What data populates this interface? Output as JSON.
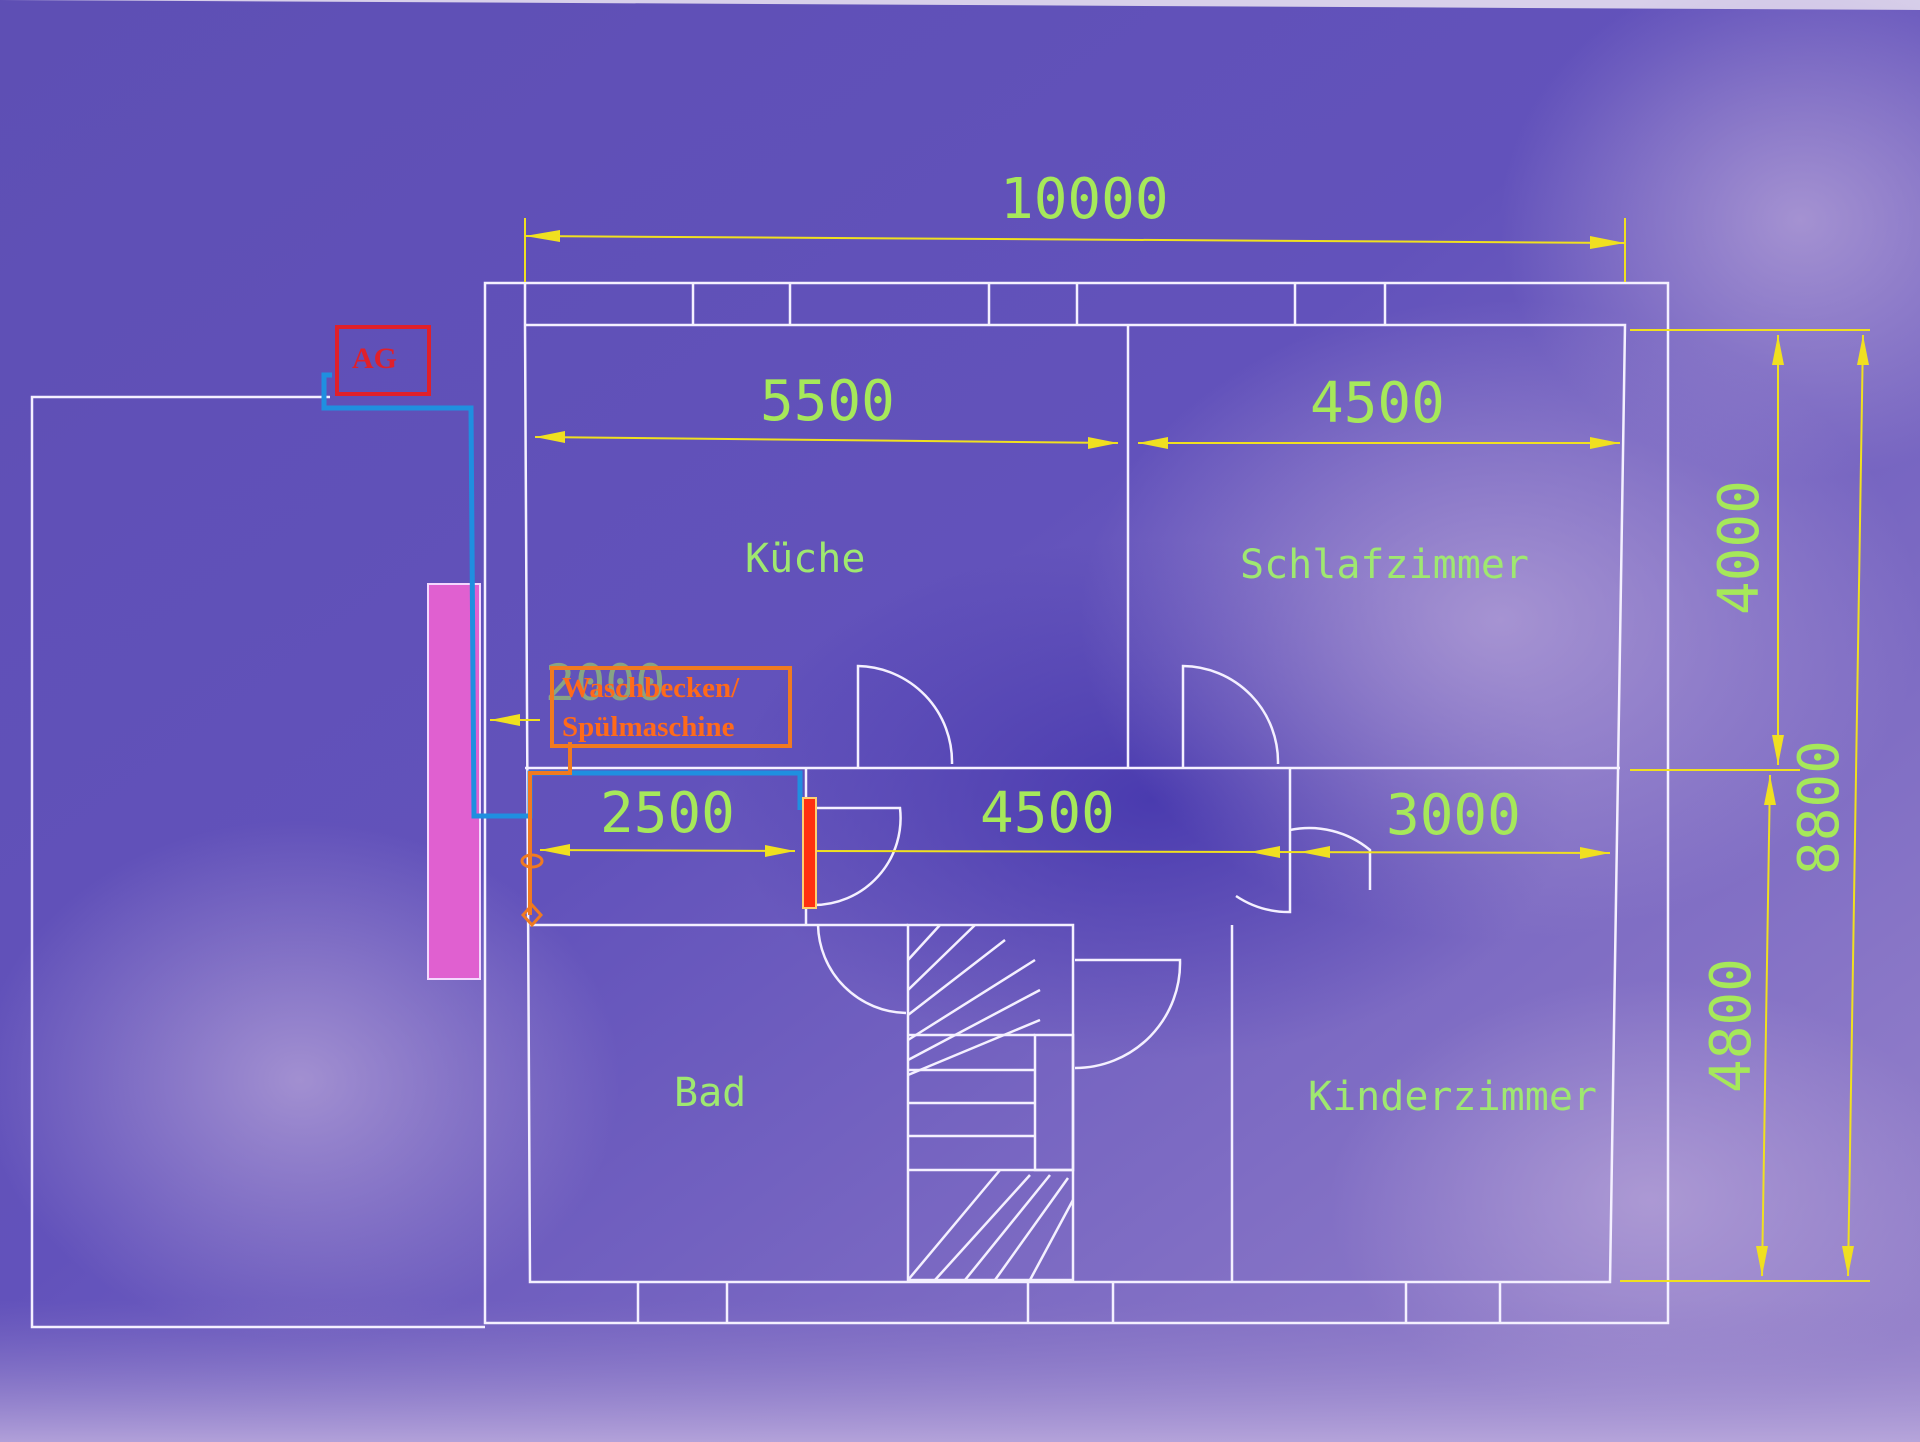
{
  "plan": {
    "overall_width": "10000",
    "overall_depth": "8800",
    "upper_depth": "4000",
    "lower_depth": "4800",
    "upper_left_width": "5500",
    "upper_right_width": "4500",
    "hall_left": "2500",
    "hall_mid": "4500",
    "hall_right": "3000",
    "hidden_dim": "2000"
  },
  "rooms": {
    "kitchen": "Küche",
    "bedroom": "Schlafzimmer",
    "bath": "Bad",
    "kids_room": "Kinderzimmer"
  },
  "callouts": {
    "ag": "AG",
    "sink_line1": "Waschbecken/",
    "sink_line2": "Spülmaschine"
  },
  "colors": {
    "background": "#6a58b8",
    "walls": "#f4f0ff",
    "dimensions": "#f0e020",
    "dimension_text": "#a6e85a",
    "pipe_blue": "#1f8fe0",
    "pipe_orange": "#f07a20",
    "ag_red": "#e0202a",
    "sink_red": "#ff3010",
    "magenta_block": "#e060d0"
  }
}
